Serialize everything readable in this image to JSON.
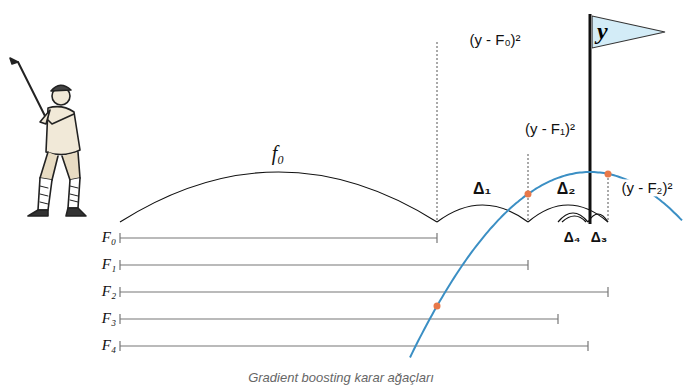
{
  "diagram": {
    "caption": "Gradient boosting karar ağaçları",
    "nodes": [
      {
        "text": [
          "y"
        ]
      }
    ],
    "labels": [
      "f₀",
      "Δ₁",
      "Δ₂",
      "Δ₄",
      "Δ₃",
      "(y - F₀)²",
      "(y - F₁)²",
      "(y - F₂)²",
      "F₀",
      "F₁",
      "F₂",
      "F₃",
      "F₄"
    ]
  }
}
